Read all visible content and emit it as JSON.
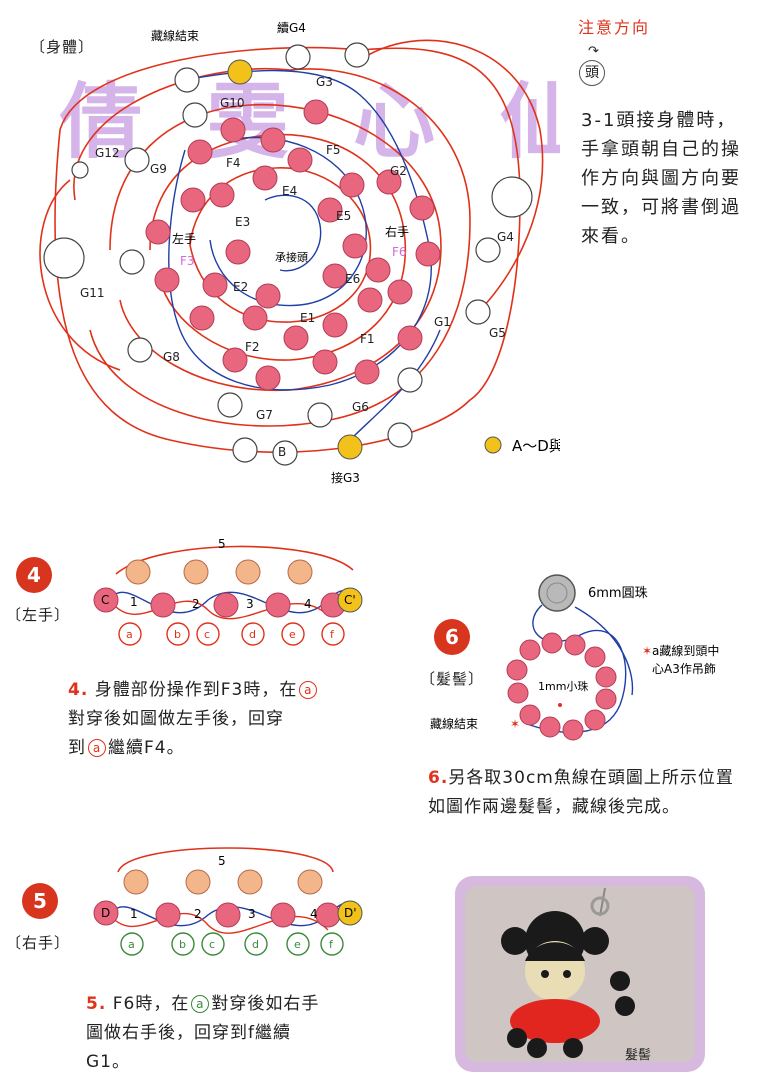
{
  "main": {
    "section_label": "〔身體〕",
    "labels": {
      "hide_end": "藏線結束",
      "cont_g4": "續G4",
      "connect_g3": "接G3",
      "left_hand": "左手",
      "right_hand": "右手",
      "connect_head": "承接頭",
      "f3": "F3",
      "f6": "F6"
    },
    "watermark": "倩 雯 心 仙 女 收",
    "legend_text": "A～D與A'～D' 同一顆",
    "ring_g": [
      "G1",
      "G2",
      "G3",
      "G4",
      "G5",
      "G6",
      "G7",
      "G8",
      "G9",
      "G10",
      "G11",
      "G12"
    ],
    "ring_f": [
      "F1",
      "F2",
      "F4",
      "F5"
    ],
    "ring_e": [
      "E1",
      "E2",
      "E3",
      "E4",
      "E5",
      "E6"
    ]
  },
  "note": {
    "title": "注意方向",
    "head_char": "頭",
    "text": "3-1頭接身體時，手拿頭朝自己的操作方向與圖方向要一致，可將書倒過來看。"
  },
  "step4": {
    "num": "4",
    "label": "〔左手〕",
    "top_num": "5",
    "mid_nums": [
      "1",
      "2",
      "3",
      "4"
    ],
    "end_left": "C",
    "end_right": "C'",
    "bottom": [
      "a",
      "b",
      "c",
      "d",
      "e",
      "f"
    ],
    "text_a": "身體部份操作到F3時，在",
    "text_b": "對穿後如圖做左手後，回穿",
    "text_c": "到",
    "text_d": "繼續F4。"
  },
  "step5": {
    "num": "5",
    "label": "〔右手〕",
    "top_num": "5",
    "mid_nums": [
      "1",
      "2",
      "3",
      "4"
    ],
    "end_left": "D",
    "end_right": "D'",
    "bottom": [
      "a",
      "b",
      "c",
      "d",
      "e",
      "f"
    ],
    "text_a": "F6時，在",
    "text_b": "對穿後如右手",
    "text_c": "圖做右手後，回穿到f繼續",
    "text_d": "G1。"
  },
  "step6": {
    "num": "6",
    "label": "〔髮髻〕",
    "bead_6mm": "6mm圓珠",
    "bead_1mm": "1mm小珠",
    "note_a": "a藏線到頭中心A3作吊飾",
    "hide_end": "藏線結束",
    "text": "另各取30cm魚線在頭圖上所示位置如圖作兩邊髮髻，藏線後完成。"
  },
  "photo": {
    "caption": "髮髻"
  },
  "colors": {
    "accent": "#e0321b",
    "bead_pink": "#e8667e",
    "bead_yellow": "#f2c21b",
    "blue_line": "#1f3fa6"
  }
}
